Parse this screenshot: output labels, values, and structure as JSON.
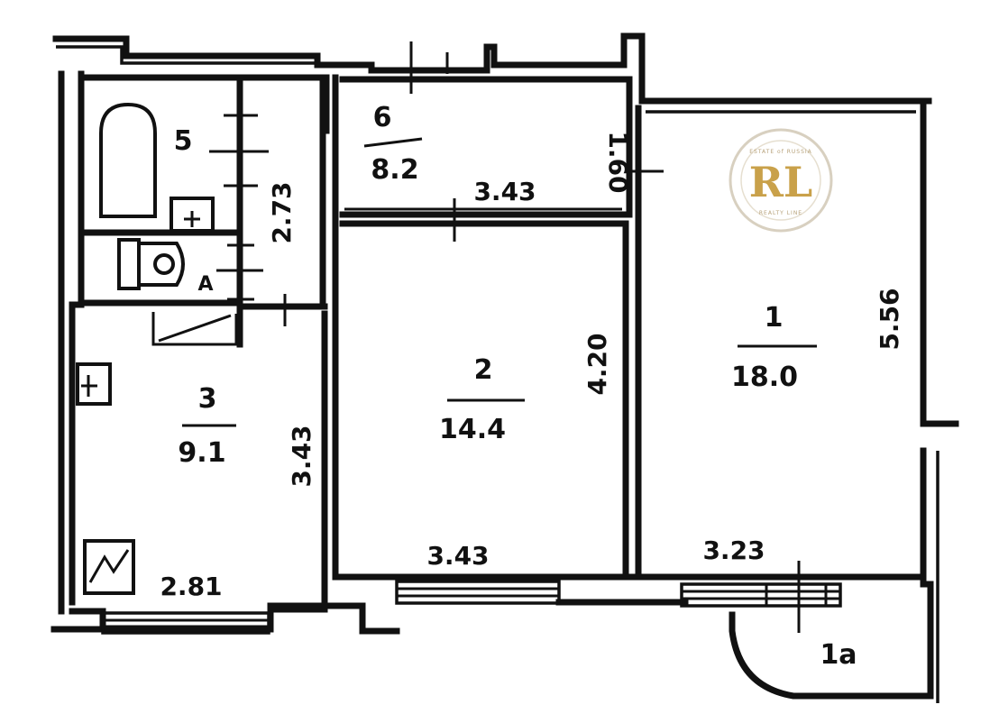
{
  "rooms": [
    {
      "id": "1",
      "number": "1",
      "area": "18.0"
    },
    {
      "id": "2",
      "number": "2",
      "area": "14.4"
    },
    {
      "id": "3",
      "number": "3",
      "area": "9.1"
    },
    {
      "id": "5",
      "number": "5"
    },
    {
      "id": "6",
      "number": "6",
      "area": "8.2"
    },
    {
      "id": "1a",
      "number": "1a"
    }
  ],
  "dimensions": {
    "room6_width": "3.43",
    "room6_depth": "1.60",
    "bath_length": "2.73",
    "room2_depth": "4.20",
    "room2_width": "3.43",
    "room1_depth": "5.56",
    "room1_width": "3.23",
    "room3_depth": "3.43",
    "room3_width": "2.81"
  },
  "labels": {
    "toilet_mark": "A"
  },
  "logo": {
    "initials": "RL",
    "ring_top": "ESTATE of RUSSIA",
    "ring_bottom": "REALTY LINE",
    "gold": "#c9a14a"
  }
}
